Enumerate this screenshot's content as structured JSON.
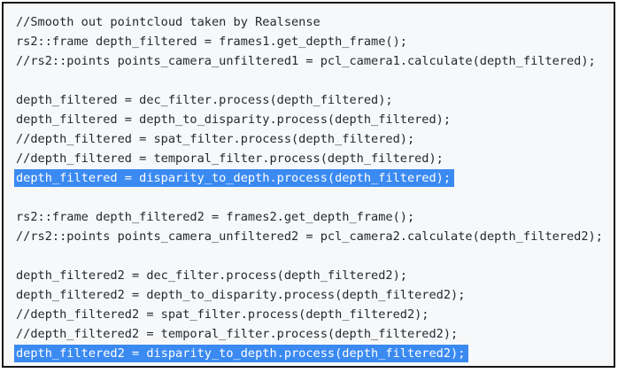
{
  "colors": {
    "code_bg": "#f6f8fa",
    "border": "#151515",
    "text": "#24292e",
    "highlight": "#3b8af2",
    "selected_text": "#ffffff",
    "page_bg": "#ffffff"
  },
  "code_block": {
    "language": "cpp",
    "lines": [
      {
        "text": "//Smooth out pointcloud taken by Realsense",
        "highlighted": false
      },
      {
        "text": "rs2::frame depth_filtered = frames1.get_depth_frame();",
        "highlighted": false
      },
      {
        "text": "//rs2::points points_camera_unfiltered1 = pcl_camera1.calculate(depth_filtered);",
        "highlighted": false
      },
      {
        "text": "",
        "highlighted": false
      },
      {
        "text": "depth_filtered = dec_filter.process(depth_filtered);",
        "highlighted": false
      },
      {
        "text": "depth_filtered = depth_to_disparity.process(depth_filtered);",
        "highlighted": false
      },
      {
        "text": "//depth_filtered = spat_filter.process(depth_filtered);",
        "highlighted": false
      },
      {
        "text": "//depth_filtered = temporal_filter.process(depth_filtered);",
        "highlighted": false
      },
      {
        "text": "depth_filtered = disparity_to_depth.process(depth_filtered);",
        "highlighted": true
      },
      {
        "text": "",
        "highlighted": false
      },
      {
        "text": "rs2::frame depth_filtered2 = frames2.get_depth_frame();",
        "highlighted": false
      },
      {
        "text": "//rs2::points points_camera_unfiltered2 = pcl_camera2.calculate(depth_filtered2);",
        "highlighted": false
      },
      {
        "text": "",
        "highlighted": false
      },
      {
        "text": "depth_filtered2 = dec_filter.process(depth_filtered2);",
        "highlighted": false
      },
      {
        "text": "depth_filtered2 = depth_to_disparity.process(depth_filtered2);",
        "highlighted": false
      },
      {
        "text": "//depth_filtered2 = spat_filter.process(depth_filtered2);",
        "highlighted": false
      },
      {
        "text": "//depth_filtered2 = temporal_filter.process(depth_filtered2);",
        "highlighted": false
      },
      {
        "text": "depth_filtered2 = disparity_to_depth.process(depth_filtered2);",
        "highlighted": true
      }
    ]
  }
}
